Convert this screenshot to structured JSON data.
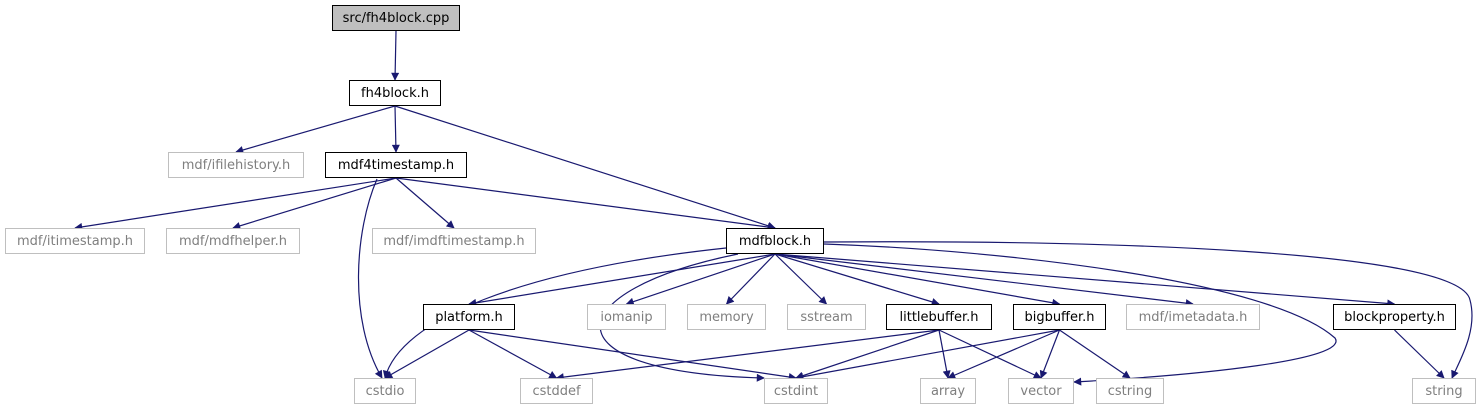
{
  "graph": {
    "edge_color": "#191970",
    "nodes": [
      {
        "id": "root",
        "label": "src/fh4block.cpp",
        "kind": "root"
      },
      {
        "id": "fh4block",
        "label": "fh4block.h",
        "kind": "local"
      },
      {
        "id": "ifilehistory",
        "label": "mdf/ifilehistory.h",
        "kind": "external"
      },
      {
        "id": "mdf4timestamp",
        "label": "mdf4timestamp.h",
        "kind": "local"
      },
      {
        "id": "itimestamp",
        "label": "mdf/itimestamp.h",
        "kind": "external"
      },
      {
        "id": "mdfhelper",
        "label": "mdf/mdfhelper.h",
        "kind": "external"
      },
      {
        "id": "imdftimestamp",
        "label": "mdf/imdftimestamp.h",
        "kind": "external"
      },
      {
        "id": "mdfblock",
        "label": "mdfblock.h",
        "kind": "local"
      },
      {
        "id": "platform",
        "label": "platform.h",
        "kind": "local"
      },
      {
        "id": "iomanip",
        "label": "iomanip",
        "kind": "external"
      },
      {
        "id": "memory",
        "label": "memory",
        "kind": "external"
      },
      {
        "id": "sstream",
        "label": "sstream",
        "kind": "external"
      },
      {
        "id": "littlebuffer",
        "label": "littlebuffer.h",
        "kind": "local"
      },
      {
        "id": "bigbuffer",
        "label": "bigbuffer.h",
        "kind": "local"
      },
      {
        "id": "imetadata",
        "label": "mdf/imetadata.h",
        "kind": "external"
      },
      {
        "id": "blockproperty",
        "label": "blockproperty.h",
        "kind": "local"
      },
      {
        "id": "cstdio",
        "label": "cstdio",
        "kind": "external"
      },
      {
        "id": "cstddef",
        "label": "cstddef",
        "kind": "external"
      },
      {
        "id": "cstdint",
        "label": "cstdint",
        "kind": "external"
      },
      {
        "id": "array",
        "label": "array",
        "kind": "external"
      },
      {
        "id": "vector",
        "label": "vector",
        "kind": "external"
      },
      {
        "id": "cstring",
        "label": "cstring",
        "kind": "external"
      },
      {
        "id": "string",
        "label": "string",
        "kind": "external"
      }
    ],
    "edges": [
      [
        "root",
        "fh4block"
      ],
      [
        "fh4block",
        "ifilehistory"
      ],
      [
        "fh4block",
        "mdf4timestamp"
      ],
      [
        "fh4block",
        "mdfblock"
      ],
      [
        "mdf4timestamp",
        "itimestamp"
      ],
      [
        "mdf4timestamp",
        "mdfhelper"
      ],
      [
        "mdf4timestamp",
        "imdftimestamp"
      ],
      [
        "mdf4timestamp",
        "mdfblock"
      ],
      [
        "mdf4timestamp",
        "cstdio"
      ],
      [
        "mdfblock",
        "platform"
      ],
      [
        "mdfblock",
        "iomanip"
      ],
      [
        "mdfblock",
        "memory"
      ],
      [
        "mdfblock",
        "sstream"
      ],
      [
        "mdfblock",
        "littlebuffer"
      ],
      [
        "mdfblock",
        "bigbuffer"
      ],
      [
        "mdfblock",
        "imetadata"
      ],
      [
        "mdfblock",
        "blockproperty"
      ],
      [
        "mdfblock",
        "cstdio"
      ],
      [
        "mdfblock",
        "cstdint"
      ],
      [
        "mdfblock",
        "vector"
      ],
      [
        "mdfblock",
        "string"
      ],
      [
        "platform",
        "cstdio"
      ],
      [
        "platform",
        "cstddef"
      ],
      [
        "platform",
        "cstdint"
      ],
      [
        "littlebuffer",
        "cstddef"
      ],
      [
        "littlebuffer",
        "cstdint"
      ],
      [
        "littlebuffer",
        "array"
      ],
      [
        "littlebuffer",
        "vector"
      ],
      [
        "bigbuffer",
        "cstdint"
      ],
      [
        "bigbuffer",
        "array"
      ],
      [
        "bigbuffer",
        "vector"
      ],
      [
        "bigbuffer",
        "cstring"
      ],
      [
        "blockproperty",
        "string"
      ]
    ]
  }
}
